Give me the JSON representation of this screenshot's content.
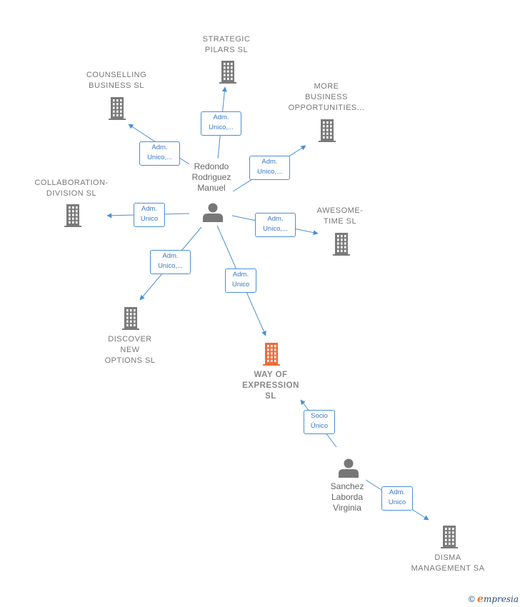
{
  "colors": {
    "edge": "#4a8fd4",
    "building": "#7a7a7a",
    "focus_building": "#f06a3c",
    "person": "#777777"
  },
  "companies": [
    {
      "id": "strategic",
      "label": "STRATEGIC\nPILARS  SL"
    },
    {
      "id": "counselling",
      "label": "COUNSELLING\nBUSINESS  SL"
    },
    {
      "id": "more",
      "label": "MORE\nBUSINESS\nOPPORTUNITIES..."
    },
    {
      "id": "collab",
      "label": "COLLABORATION-\nDIVISION  SL"
    },
    {
      "id": "awesome",
      "label": "AWESOME-\nTIME  SL"
    },
    {
      "id": "discover",
      "label": "DISCOVER\nNEW\nOPTIONS  SL"
    },
    {
      "id": "way",
      "label": "WAY OF\nEXPRESSION\nSL",
      "focus": true
    },
    {
      "id": "disma",
      "label": "DISMA\nMANAGEMENT SA"
    }
  ],
  "persons": [
    {
      "id": "redondo",
      "label": "Redondo\nRodriguez\nManuel"
    },
    {
      "id": "sanchez",
      "label": "Sanchez\nLaborda\nVirginia"
    }
  ],
  "edges": [
    {
      "id": "e1",
      "label": "Adm.\nUnico,..."
    },
    {
      "id": "e2",
      "label": "Adm.\nUnico,..."
    },
    {
      "id": "e3",
      "label": "Adm.\nUnico,..."
    },
    {
      "id": "e4",
      "label": "Adm.\nUnico"
    },
    {
      "id": "e5",
      "label": "Adm.\nUnico,..."
    },
    {
      "id": "e6",
      "label": "Adm.\nUnico,..."
    },
    {
      "id": "e7",
      "label": "Adm.\nUnico"
    },
    {
      "id": "e8",
      "label": "Socio\nÚnico"
    },
    {
      "id": "e9",
      "label": "Adm.\nUnico"
    }
  ],
  "footer": {
    "copyright_symbol": "©",
    "brand_initial": "e",
    "brand_rest": "mpresia"
  }
}
